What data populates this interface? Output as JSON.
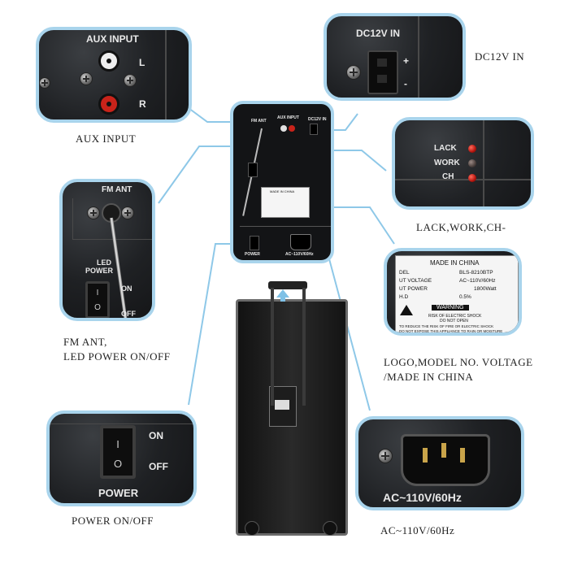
{
  "captions": {
    "aux_input": "AUX INPUT",
    "dc12v_in": "DC12V IN",
    "lack_work_ch": "LACK,WORK,CH-",
    "fm_ant_line1": "FM ANT,",
    "fm_ant_line2": "LED POWER ON/OFF",
    "logo_line1": "LOGO,MODEL NO. VOLTAGE",
    "logo_line2": "/MADE IN CHINA",
    "power_on_off": "POWER ON/OFF",
    "ac_input": "AC~110V/60Hz"
  },
  "aux_panel": {
    "title": "AUX INPUT",
    "left": "L",
    "right": "R"
  },
  "dc_panel": {
    "title": "DC12V IN",
    "plus": "+",
    "minus": "-"
  },
  "led_panel": {
    "lack": "LACK",
    "work": "WORK",
    "ch": "CH"
  },
  "fm_panel": {
    "title": "FM ANT",
    "led": "LED",
    "power": "POWER",
    "on": "ON",
    "off": "OFF",
    "on_symbol": "I",
    "off_symbol": "O"
  },
  "label_panel": {
    "made_in": "MADE IN CHINA",
    "rows": [
      {
        "key": "DEL",
        "value": "BLS-8210BTP"
      },
      {
        "key": "UT VOLTAGE",
        "value": "AC~110V/60Hz"
      },
      {
        "key": "UT POWER",
        "value": "1800Watt"
      },
      {
        "key": "H.D",
        "value": "0.5%"
      }
    ],
    "warning": "WARNING",
    "warning_sub1": "RISK OF ELECTRIC SHOCK",
    "warning_sub2": "DO NOT OPEN",
    "footer1": "TO REDUCE THE RISK OF FIRE OR ELECTRIC SHOCK",
    "footer2": "DO NOT EXPOSE THIS APPLIANCE TO RAIN OR MOISTURE"
  },
  "power_panel": {
    "on": "ON",
    "off": "OFF",
    "power": "POWER",
    "on_symbol": "I",
    "off_symbol": "O"
  },
  "ac_panel": {
    "label": "AC~110V/60Hz"
  },
  "center_back": {
    "aux_input": "AUX INPUT",
    "dc12v_in": "DC12V IN",
    "fm_ant": "FM ANT",
    "made_in": "MADE IN CHINA",
    "power": "POWER",
    "ac": "AC~110V/60Hz"
  },
  "colors": {
    "panel_border": "#a9d4ec",
    "connector_line": "#8ec8e8",
    "panel_bg": "#1f2124"
  }
}
